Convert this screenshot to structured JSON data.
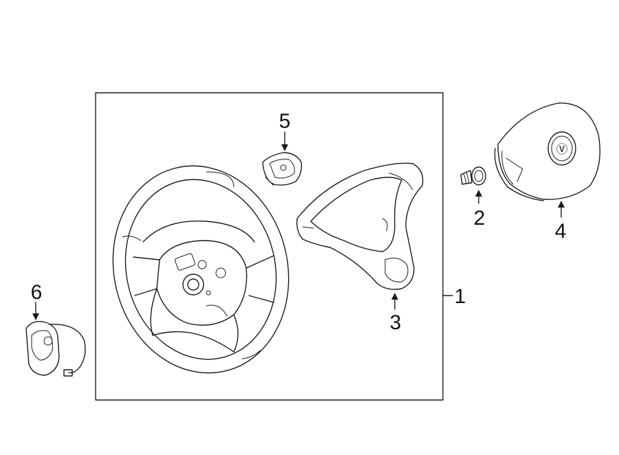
{
  "callouts": {
    "c1": "1",
    "c2": "2",
    "c3": "3",
    "c4": "4",
    "c5": "5",
    "c6": "6"
  },
  "parts": [
    {
      "callout": "1",
      "icon": "steering-wheel-assembly-icon"
    },
    {
      "callout": "2",
      "icon": "bolt-icon"
    },
    {
      "callout": "3",
      "icon": "trim-cover-icon"
    },
    {
      "callout": "4",
      "icon": "airbag-module-icon"
    },
    {
      "callout": "5",
      "icon": "control-switch-icon"
    },
    {
      "callout": "6",
      "icon": "control-switch-with-harness-icon"
    }
  ],
  "colors": {
    "line": "#1a1a1a",
    "background": "#ffffff"
  }
}
